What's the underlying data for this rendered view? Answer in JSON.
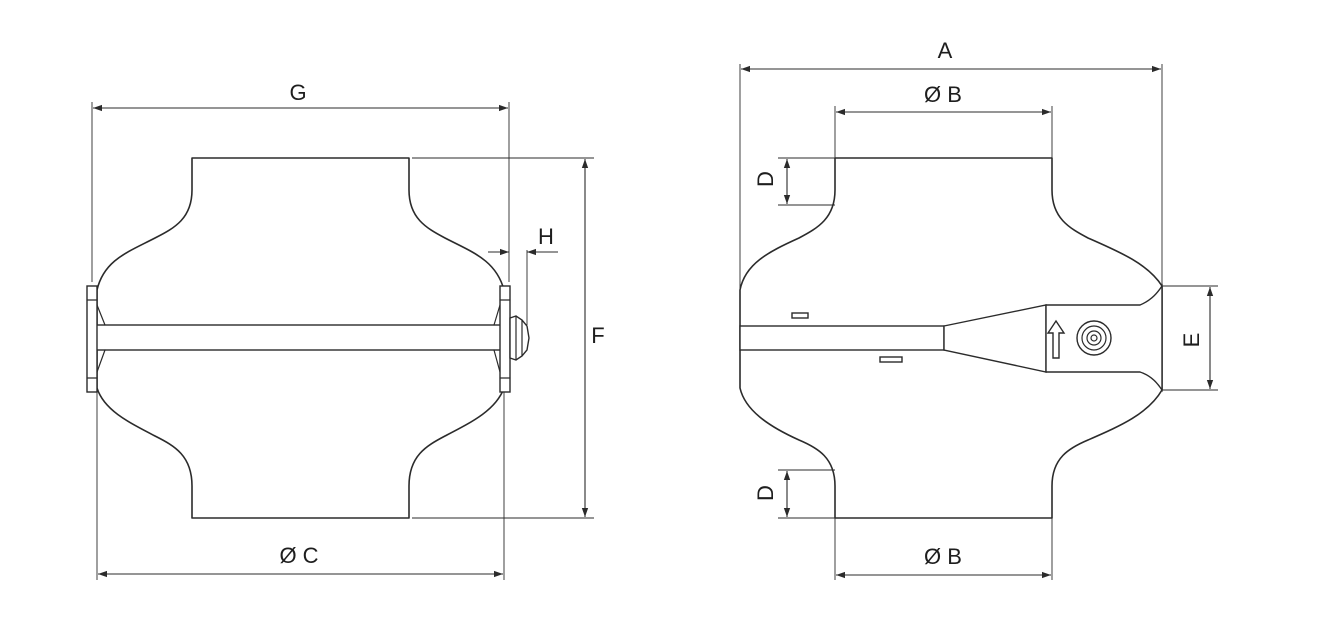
{
  "diagram": {
    "left_view": {
      "dimensions": {
        "G": "G",
        "H": "H",
        "F": "F",
        "C": "Ø C"
      }
    },
    "right_view": {
      "dimensions": {
        "A": "A",
        "B_top": "Ø B",
        "B_bottom": "Ø B",
        "D_top": "D",
        "D_bottom": "D",
        "E": "E"
      }
    }
  }
}
